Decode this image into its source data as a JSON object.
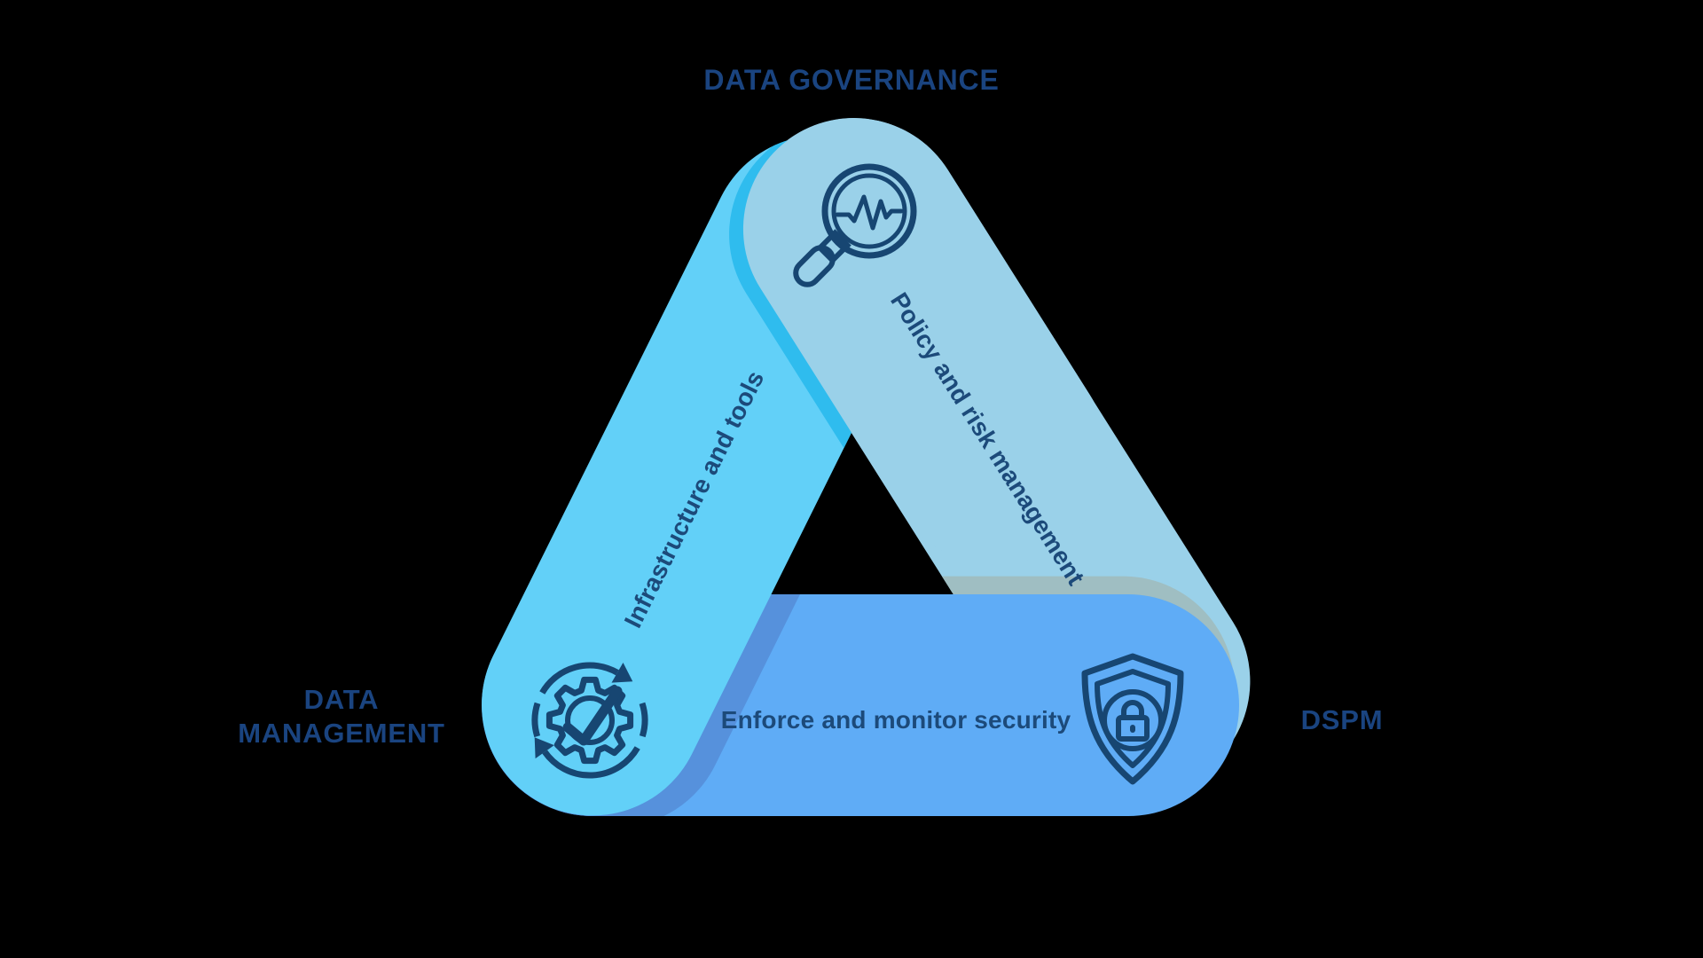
{
  "background_color": "#000000",
  "colors": {
    "left_bar_color": "#62D0F8",
    "right_bar_color": "#9AD1E9",
    "bottom_bar_color": "#5FACF6",
    "shadow_on_bottom_bar_color": "#5691DC",
    "shadow_on_right_bar_color": "#9FBEC2",
    "shadow_on_left_bar_color": "#2FBCEE",
    "icon_stroke_color": "#174672",
    "bar_text_color": "#1C4A7A",
    "label_text_color": "#1A4480"
  },
  "labels": {
    "top": "DATA GOVERNANCE",
    "bottom_left_line1": "DATA",
    "bottom_left_line2": "MANAGEMENT",
    "bottom_right": "DSPM"
  },
  "bars": {
    "left": {
      "label": "Infrastructure and tools",
      "icon": "gear-check-cycle-icon"
    },
    "right": {
      "label": "Policy and risk management",
      "icon": "magnifier-pulse-icon"
    },
    "bottom": {
      "label": "Enforce and monitor security",
      "icon": "shield-lock-icon"
    }
  }
}
